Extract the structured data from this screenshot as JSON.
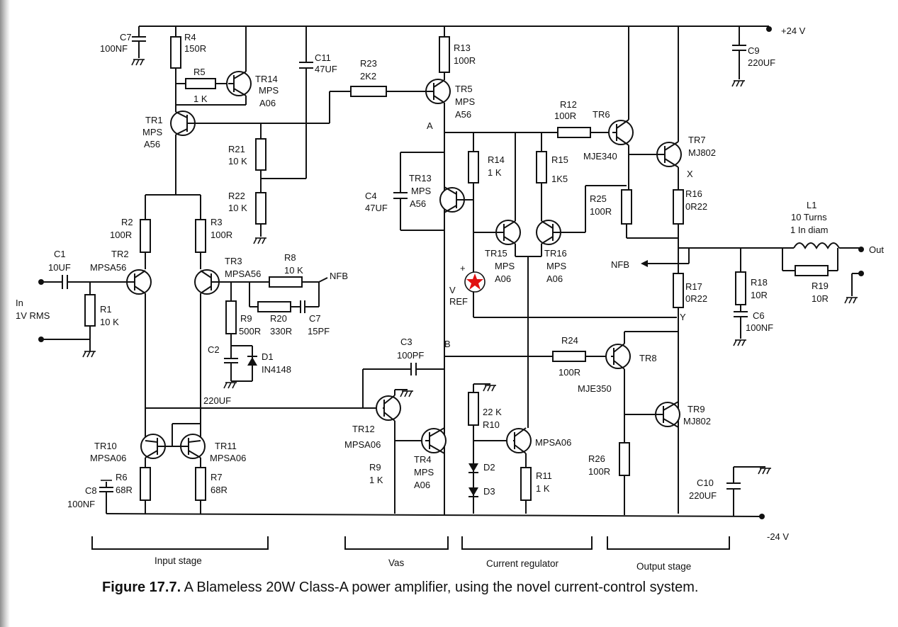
{
  "caption": {
    "figure_label": "Figure 17.7.",
    "text": "A Blameless 20W Class-A power amplifier, using the novel current-control system."
  },
  "rails": {
    "positive": "+24 V",
    "negative": "-24 V"
  },
  "io": {
    "input": "In",
    "input_level": "1V RMS",
    "output": "Out"
  },
  "stages": [
    "Input stage",
    "Vas",
    "Current regulator",
    "Output stage"
  ],
  "nodes": [
    "A",
    "B",
    "X",
    "Y",
    "NFB",
    "NFB",
    "V",
    "REF",
    "+"
  ],
  "marker_color": "#e01010",
  "components": [
    {
      "ref": "C7",
      "value": "100NF"
    },
    {
      "ref": "R4",
      "value": "150R"
    },
    {
      "ref": "R5",
      "value": "1 K"
    },
    {
      "ref": "TR14",
      "value": "MPS",
      "value2": "A06"
    },
    {
      "ref": "C11",
      "value": "47UF"
    },
    {
      "ref": "R23",
      "value": "2K2"
    },
    {
      "ref": "R13",
      "value": "100R"
    },
    {
      "ref": "TR5",
      "value": "MPS",
      "value2": "A56"
    },
    {
      "ref": "C9",
      "value": "220UF"
    },
    {
      "ref": "TR1",
      "value": "MPS",
      "value2": "A56"
    },
    {
      "ref": "R12",
      "value": "100R"
    },
    {
      "ref": "TR6",
      "value": "MJE340"
    },
    {
      "ref": "TR7",
      "value": "MJ802"
    },
    {
      "ref": "R21",
      "value": "10 K"
    },
    {
      "ref": "R14",
      "value": "1 K"
    },
    {
      "ref": "R15",
      "value": "1K5"
    },
    {
      "ref": "C4",
      "value": "47UF"
    },
    {
      "ref": "TR13",
      "value": "MPS",
      "value2": "A56"
    },
    {
      "ref": "R22",
      "value": "10 K"
    },
    {
      "ref": "R16",
      "value": "0R22"
    },
    {
      "ref": "R25",
      "value": "100R"
    },
    {
      "ref": "L1",
      "value": "10 Turns",
      "value2": "1 In diam"
    },
    {
      "ref": "R2",
      "value": "100R"
    },
    {
      "ref": "R3",
      "value": "100R"
    },
    {
      "ref": "C1",
      "value": "10UF"
    },
    {
      "ref": "TR2",
      "value": "MPSA56"
    },
    {
      "ref": "TR3",
      "value": "MPSA56"
    },
    {
      "ref": "R8",
      "value": "10 K"
    },
    {
      "ref": "TR15",
      "value": "MPS",
      "value2": "A06"
    },
    {
      "ref": "TR16",
      "value": "MPS",
      "value2": "A06"
    },
    {
      "ref": "R1",
      "value": "10 K"
    },
    {
      "ref": "R17",
      "value": "0R22"
    },
    {
      "ref": "R18",
      "value": "10R"
    },
    {
      "ref": "R19",
      "value": "10R"
    },
    {
      "ref": "R9",
      "value": "500R"
    },
    {
      "ref": "R20",
      "value": "330R"
    },
    {
      "ref": "C7",
      "value": "15PF"
    },
    {
      "ref": "C6",
      "value": "100NF"
    },
    {
      "ref": "C2",
      "value": "220UF"
    },
    {
      "ref": "D1",
      "value": "IN4148"
    },
    {
      "ref": "C3",
      "value": "100PF"
    },
    {
      "ref": "R24",
      "value": "100R"
    },
    {
      "ref": "TR8",
      "value": "MJE350"
    },
    {
      "ref": "R10",
      "value": "22 K"
    },
    {
      "ref": "TR9",
      "value": "MJ802"
    },
    {
      "ref": "TR12",
      "value": "MPSA06"
    },
    {
      "ref": "TR4",
      "value": "MPS",
      "value2": "A06"
    },
    {
      "ref": "TR10",
      "value": "MPSA06"
    },
    {
      "ref": "TR11",
      "value": "MPSA06"
    },
    {
      "ref": "MPSA06",
      "value": ""
    },
    {
      "ref": "D2",
      "value": ""
    },
    {
      "ref": "D3",
      "value": ""
    },
    {
      "ref": "R9",
      "value": "1 K"
    },
    {
      "ref": "R11",
      "value": "1 K"
    },
    {
      "ref": "R26",
      "value": "100R"
    },
    {
      "ref": "C10",
      "value": "220UF"
    },
    {
      "ref": "C8",
      "value": "100NF"
    },
    {
      "ref": "R6",
      "value": "68R"
    },
    {
      "ref": "R7",
      "value": "68R"
    }
  ]
}
